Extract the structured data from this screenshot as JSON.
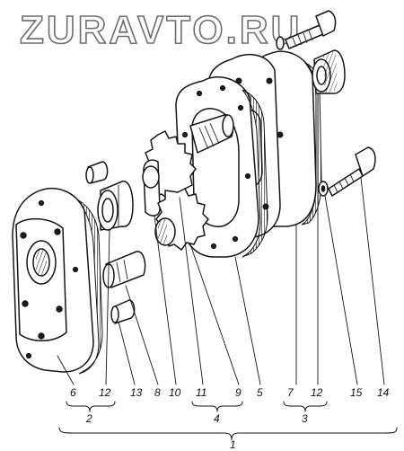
{
  "watermark": "ZURAVTO.RU",
  "part_labels": [
    "6",
    "12",
    "13",
    "8",
    "10",
    "11",
    "9",
    "5",
    "7",
    "12",
    "15",
    "14"
  ],
  "group_labels": [
    "2",
    "4",
    "3"
  ],
  "assembly_label": "1"
}
